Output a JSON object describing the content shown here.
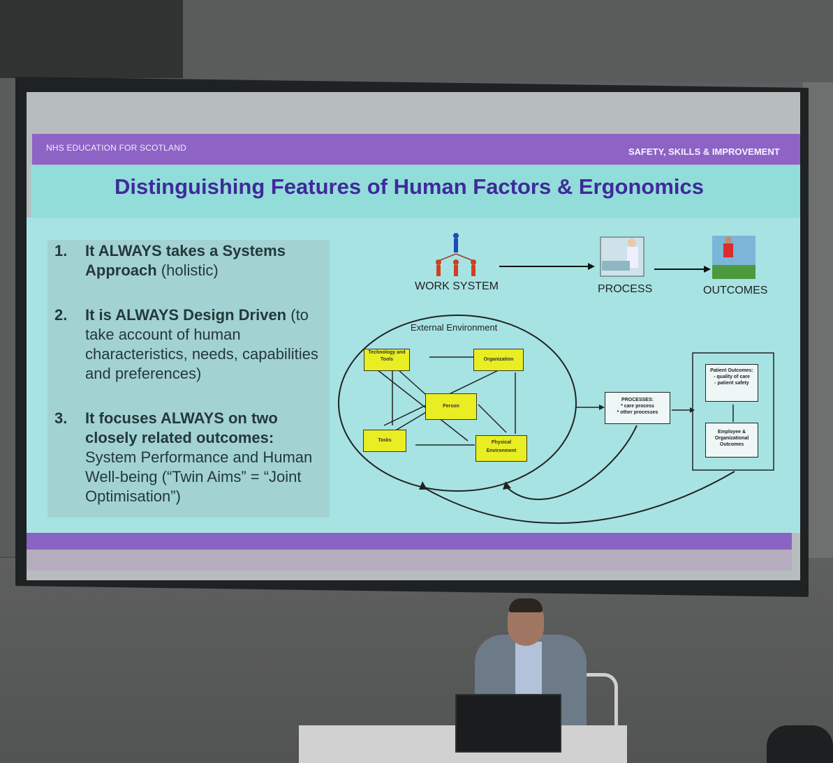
{
  "slide": {
    "header_left": "NHS EDUCATION FOR SCOTLAND",
    "header_right": "SAFETY, SKILLS & IMPROVEMENT",
    "title": "Distinguishing Features of Human Factors & Ergonomics",
    "points": [
      {
        "num": "1.",
        "bold": "It ALWAYS takes a Systems Approach",
        "rest": " (holistic)"
      },
      {
        "num": "2.",
        "bold": "It is ALWAYS Design Driven",
        "rest": " (to take account of human characteristics, needs, capabilities and preferences)"
      },
      {
        "num": "3.",
        "bold": "It focuses ALWAYS on two closely related outcomes:",
        "rest": " System Performance and Human Well-being (“Twin Aims” = “Joint Optimisation”)"
      }
    ],
    "top_labels": {
      "work_system": "WORK SYSTEM",
      "process": "PROCESS",
      "outcomes": "OUTCOMES"
    },
    "diagram": {
      "environment": "External Environment",
      "technology": "Technology and Tools",
      "organization": "Organization",
      "person": "Person",
      "tasks": "Tasks",
      "physical": "Physical Environment",
      "processes_title": "PROCESSES:",
      "processes_1": "* care process",
      "processes_2": "* other processes",
      "patient_title": "Patient Outcomes:",
      "patient_1": "- quality of care",
      "patient_2": "- patient safety",
      "employee": "Employee & Organizational Outcomes"
    }
  },
  "colors": {
    "accent_bar": "#8e63c6",
    "title_band": "#92dcda",
    "title_text": "#3f2a9a",
    "box_yellow": "#e9ee22"
  }
}
